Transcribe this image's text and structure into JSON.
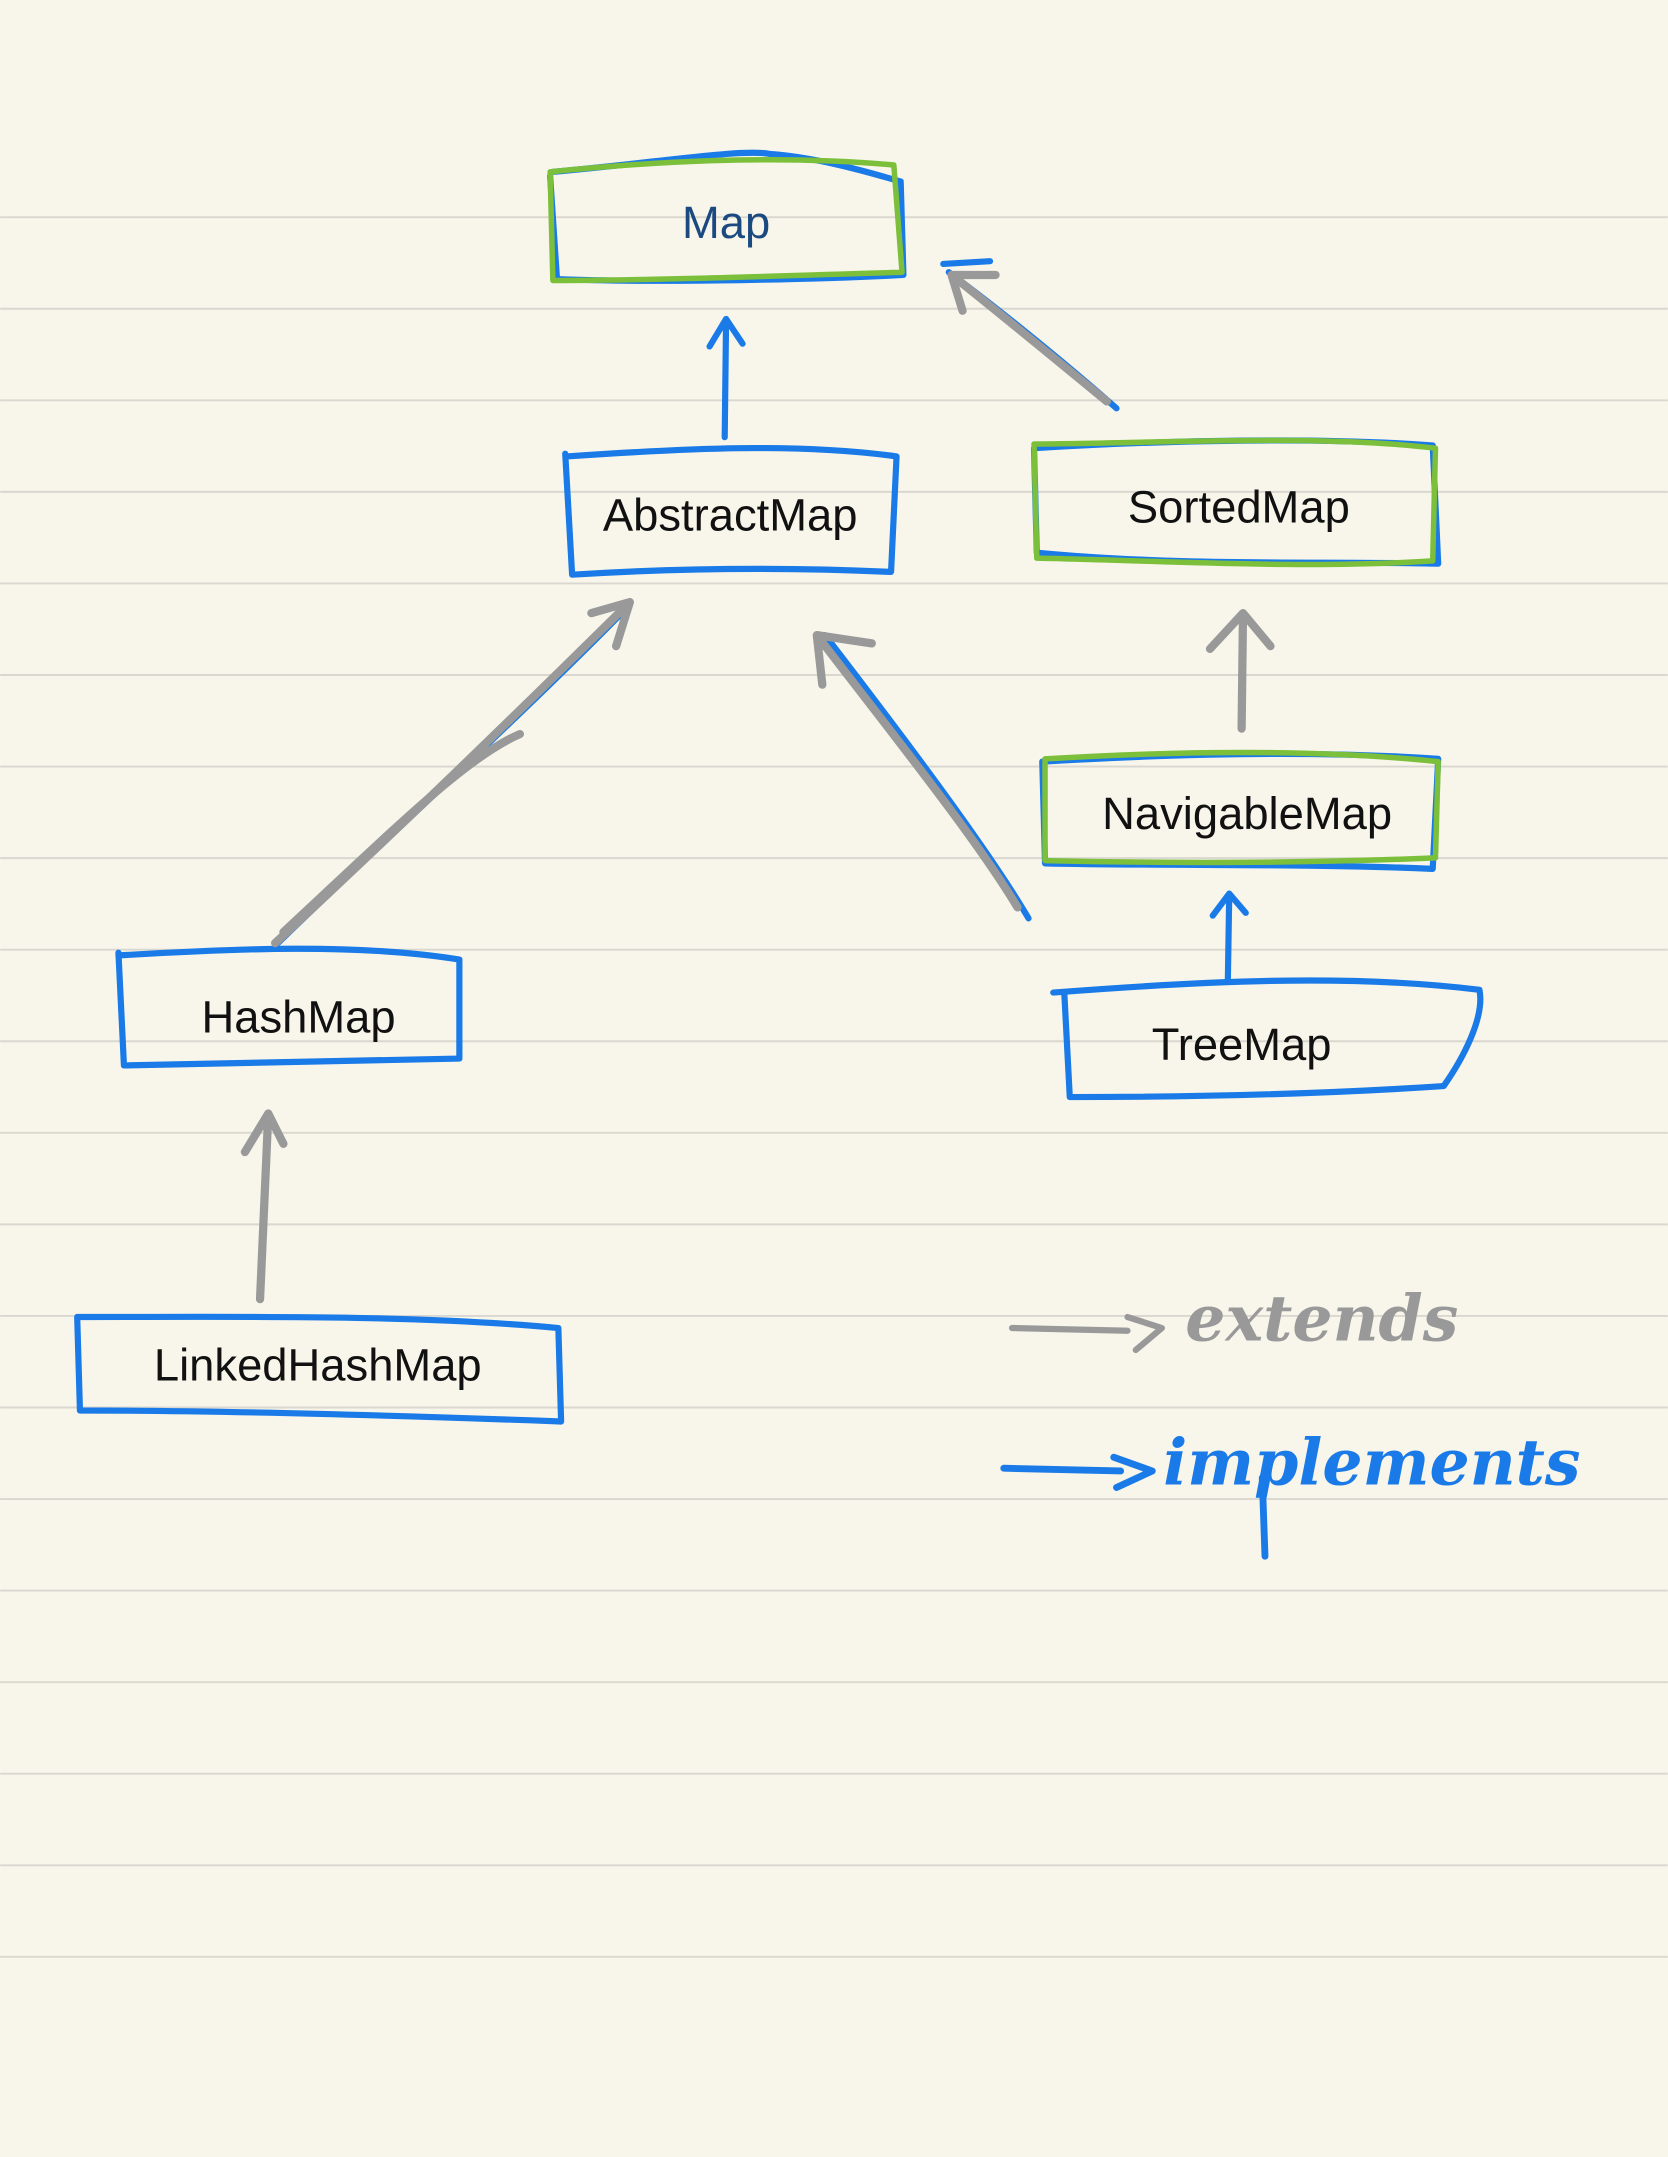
{
  "nodes": {
    "map": "Map",
    "abstract_map": "AbstractMap",
    "sorted_map": "SortedMap",
    "navigable_map": "NavigableMap",
    "hash_map": "HashMap",
    "tree_map": "TreeMap",
    "linked_hash_map": "LinkedHashMap"
  },
  "edges": [
    {
      "from": "AbstractMap",
      "to": "Map",
      "type": "implements"
    },
    {
      "from": "SortedMap",
      "to": "Map",
      "type": "extends"
    },
    {
      "from": "HashMap",
      "to": "AbstractMap",
      "type": "extends"
    },
    {
      "from": "TreeMap",
      "to": "AbstractMap",
      "type": "extends"
    },
    {
      "from": "NavigableMap",
      "to": "SortedMap",
      "type": "extends"
    },
    {
      "from": "TreeMap",
      "to": "NavigableMap",
      "type": "implements"
    },
    {
      "from": "LinkedHashMap",
      "to": "HashMap",
      "type": "extends"
    }
  ],
  "legend": {
    "extends": "extends",
    "implements": "implements"
  },
  "colors": {
    "class_border": "#1a7ae8",
    "interface_border": "#7cbf3a",
    "extends_arrow": "#999999",
    "implements_arrow": "#1a7ae8",
    "background": "#f8f6ea"
  }
}
